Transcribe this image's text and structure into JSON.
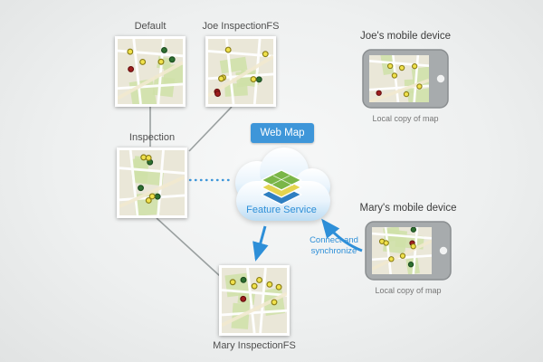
{
  "diagram": {
    "maps": [
      {
        "id": "default",
        "label": "Default"
      },
      {
        "id": "joe_fs",
        "label": "Joe InspectionFS"
      },
      {
        "id": "inspection",
        "label": "Inspection"
      },
      {
        "id": "mary_fs",
        "label": "Mary InspectionFS"
      }
    ],
    "cloud": {
      "badge": "Web Map",
      "service": "Feature Service"
    },
    "devices": [
      {
        "id": "joe",
        "title": "Joe's mobile device",
        "caption": "Local copy of map"
      },
      {
        "id": "mary",
        "title": "Mary's mobile device",
        "caption": "Local copy of map"
      }
    ],
    "annotations": {
      "connect": "Connect and synchronize"
    },
    "colors": {
      "accent_blue": "#2e8fd8",
      "badge_blue": "#3e96d9",
      "line_gray": "#9aa0a0"
    }
  }
}
